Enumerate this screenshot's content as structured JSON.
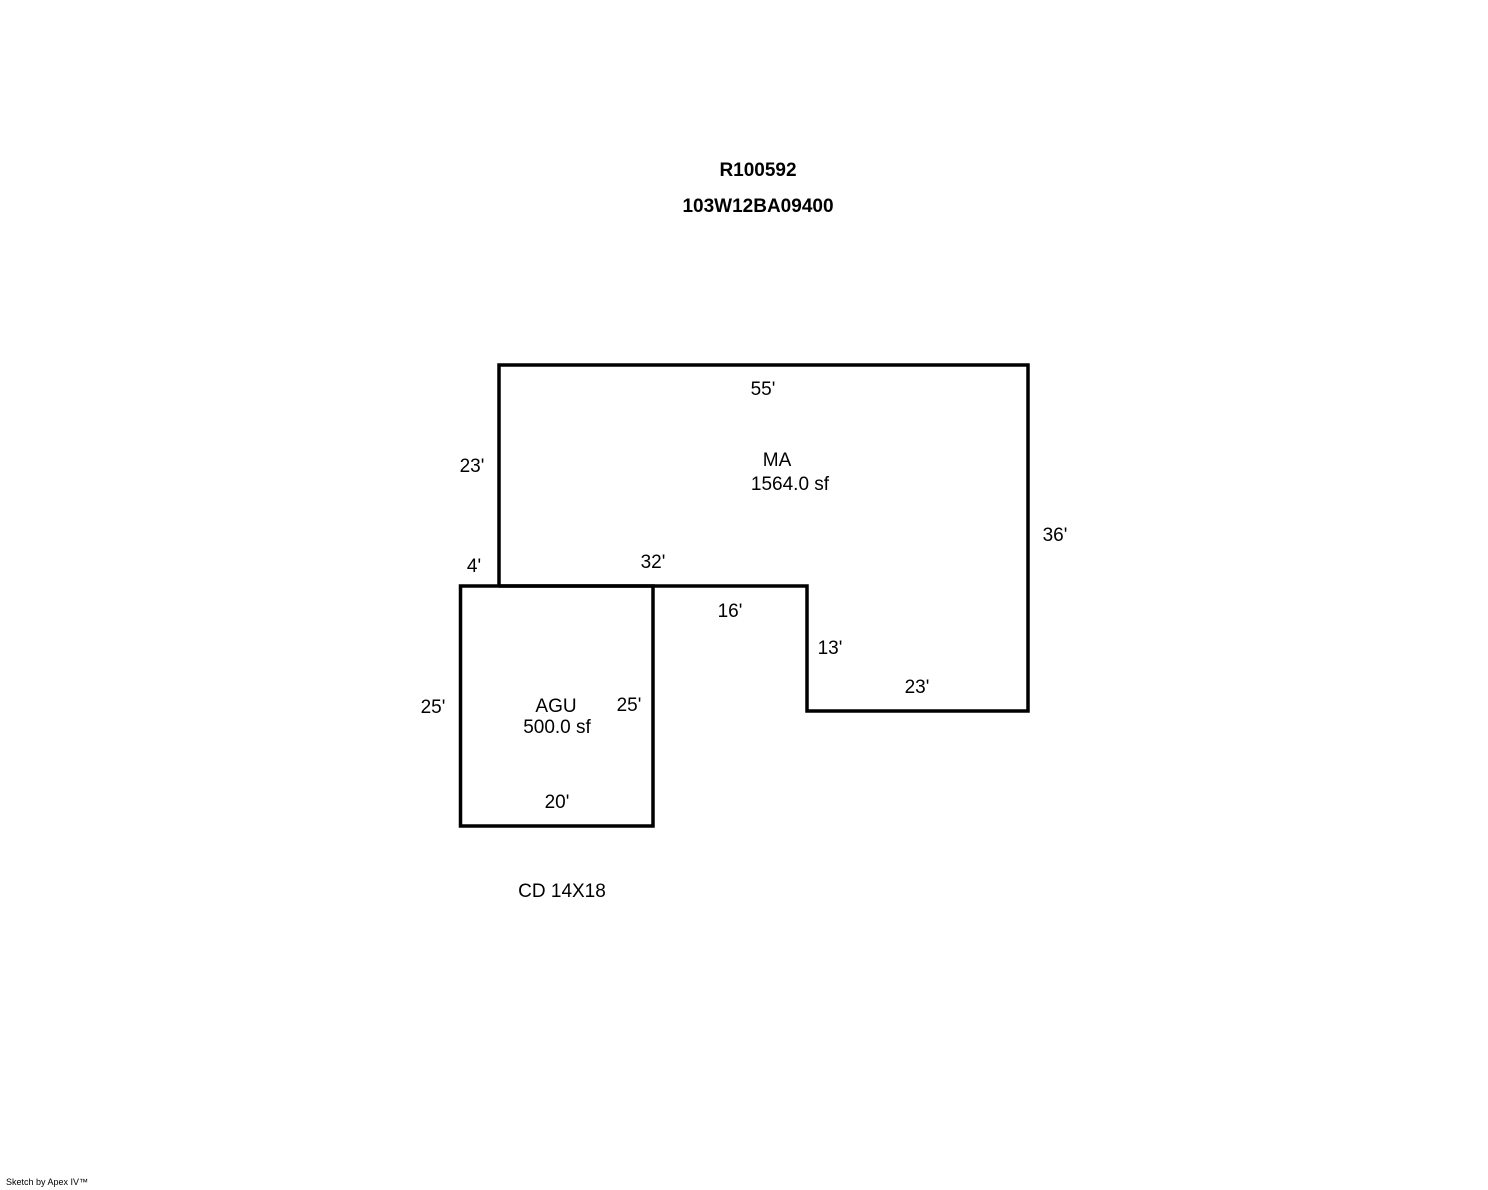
{
  "header": {
    "parcel_id": "R100592",
    "map_tax_lot": "103W12BA09400"
  },
  "areas": [
    {
      "code": "MA",
      "area": "1564.0 sf"
    },
    {
      "code": "AGU",
      "area": "500.0 sf"
    }
  ],
  "dimensions": {
    "ma_top": "55'",
    "ma_left": "23'",
    "ma_right": "36'",
    "ma_step_left": "4'",
    "ma_step_mid": "32'",
    "ma_notch_top": "16'",
    "ma_notch_side": "13'",
    "ma_bottom": "23'",
    "agu_left": "25'",
    "agu_right": "25'",
    "agu_bottom": "20'"
  },
  "note": "CD 14X18",
  "footer": "Sketch by Apex IV™"
}
